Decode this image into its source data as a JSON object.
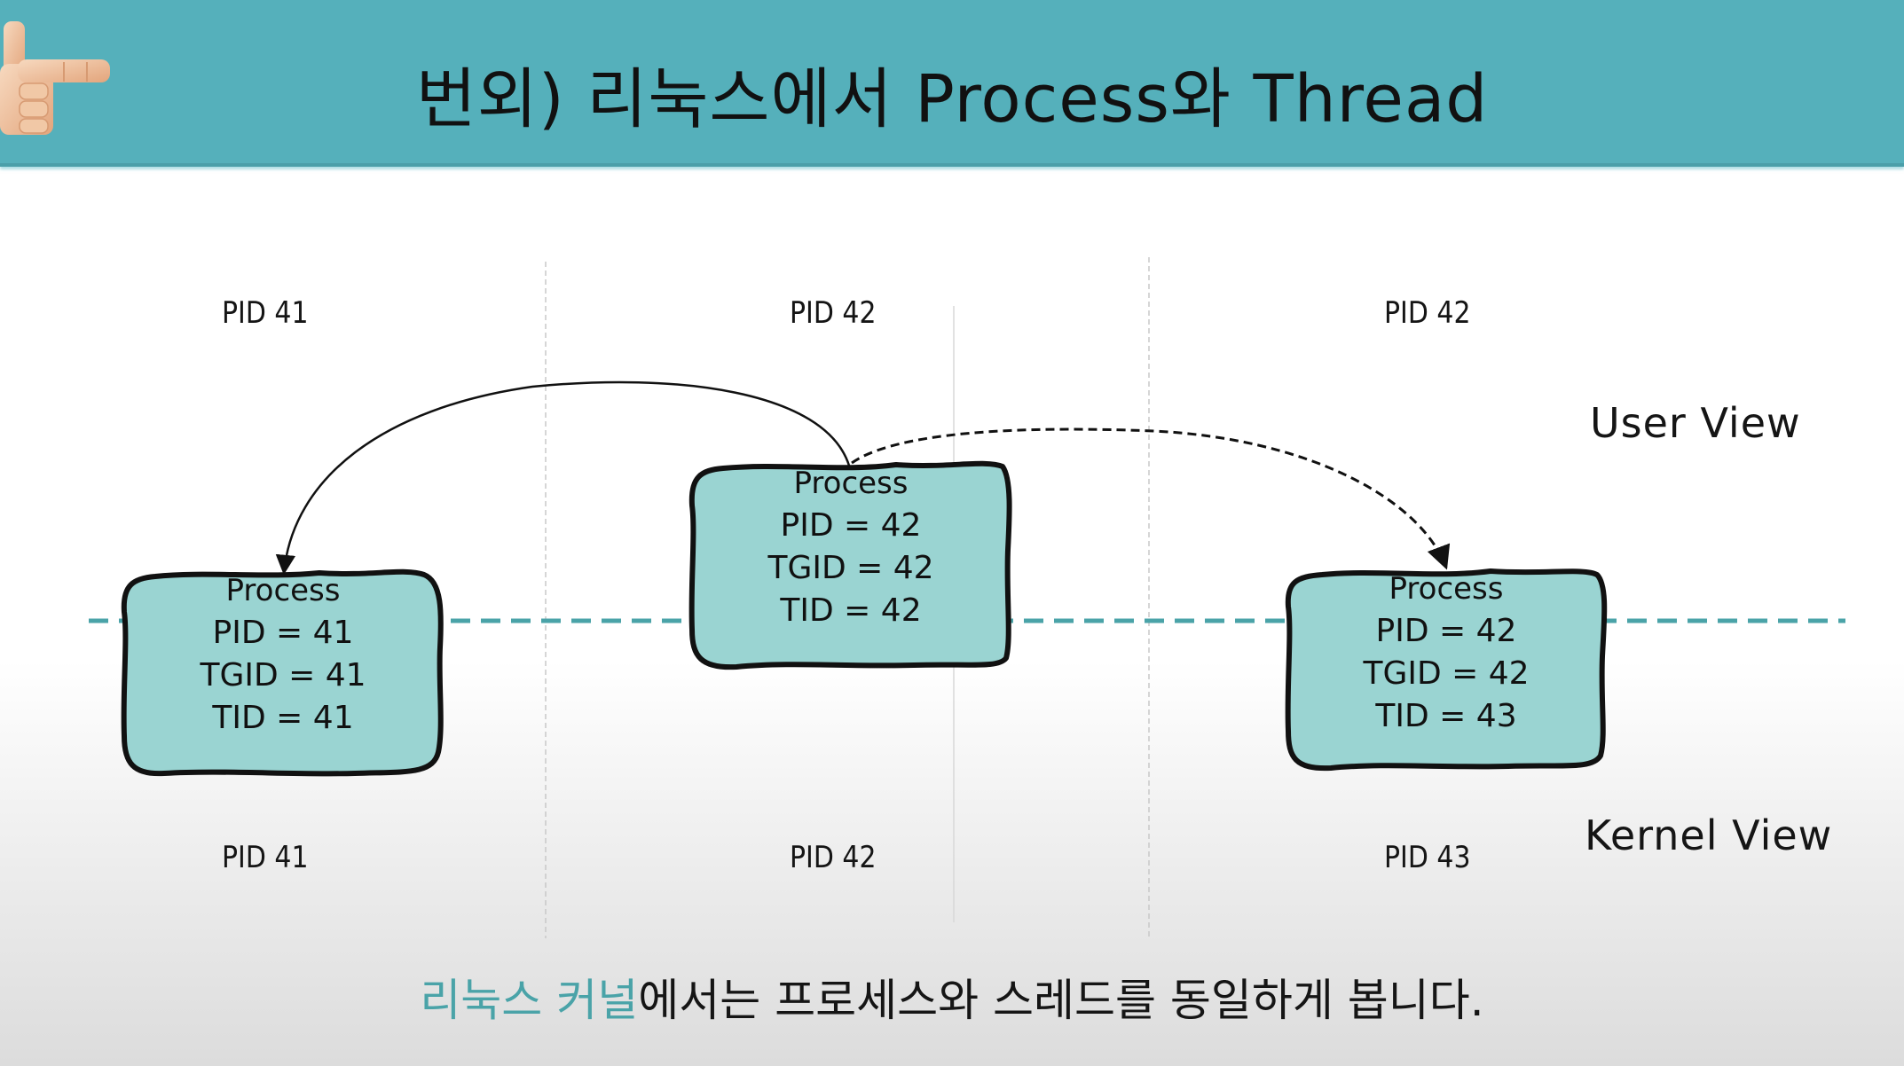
{
  "header": {
    "title": "번외) 리눅스에서 Process와 Thread",
    "background_color": "#55b0bb",
    "icon": "pointing-hand-icon"
  },
  "diagram": {
    "user_view_label": "User View",
    "kernel_view_label": "Kernel View",
    "divider_color": "#4aa3a8",
    "box_fill": "#9ad4d2",
    "columns": [
      {
        "user_label": "PID 41",
        "kernel_label": "PID 41",
        "box": {
          "title": "Process",
          "pid": "PID = 41",
          "tgid": "TGID = 41",
          "tid": "TID = 41"
        }
      },
      {
        "user_label": "PID 42",
        "kernel_label": "PID 42",
        "box": {
          "title": "Process",
          "pid": "PID = 42",
          "tgid": "TGID = 42",
          "tid": "TID = 42"
        }
      },
      {
        "user_label": "PID 42",
        "kernel_label": "PID 43",
        "box": {
          "title": "Process",
          "pid": "PID = 42",
          "tgid": "TGID = 42",
          "tid": "TID = 43"
        }
      }
    ],
    "arrows": [
      {
        "from": "process-pid-42",
        "to": "process-pid-41",
        "style": "solid"
      },
      {
        "from": "process-pid-42",
        "to": "process-tid-43",
        "style": "dashed"
      }
    ]
  },
  "caption": {
    "highlight": "리눅스 커널",
    "rest": "에서는 프로세스와 스레드를 동일하게 봅니다.",
    "highlight_color": "#4aa3a8"
  }
}
